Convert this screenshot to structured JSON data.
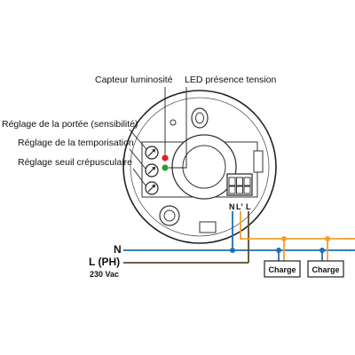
{
  "labels": {
    "light_sensor": "Capteur luminosité",
    "voltage_led": "LED présence tension",
    "range_adjust": "Réglage de la portée (sensibilité)",
    "timer_adjust": "Réglage de la temporisation",
    "twilight_adjust": "Réglage seuil crépusculaire"
  },
  "terminals": [
    "N",
    "L'",
    "L"
  ],
  "wires": {
    "neutral": "N",
    "phase": "L (PH)",
    "voltage": "230 Vac"
  },
  "loads": [
    "Charge",
    "Charge"
  ],
  "colors": {
    "neutral": "#1f6fb5",
    "phase": "#5a4a2a",
    "switched": "#f0a030",
    "led_red": "#e02020",
    "led_green": "#2aa02a"
  }
}
